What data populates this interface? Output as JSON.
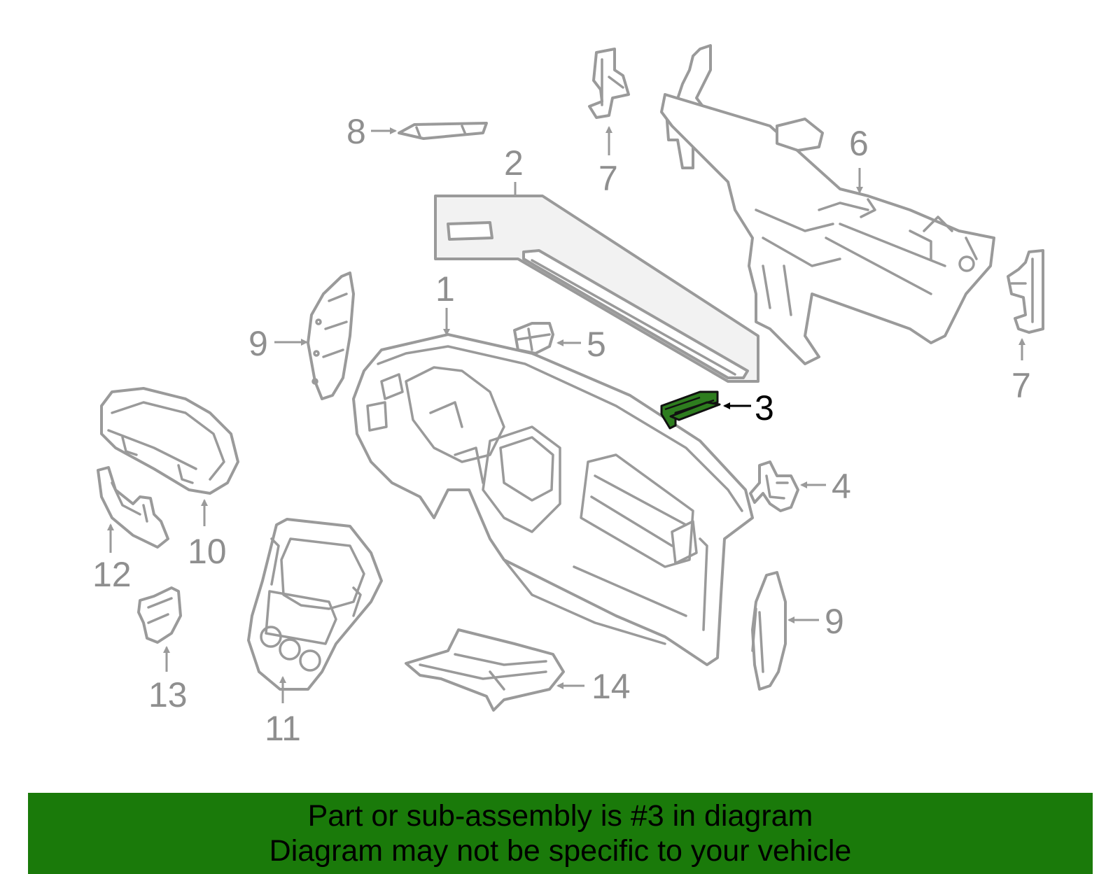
{
  "diagram": {
    "callouts": {
      "c1": "1",
      "c2": "2",
      "c3": "3",
      "c4": "4",
      "c5": "5",
      "c6": "6",
      "c7a": "7",
      "c7b": "7",
      "c8": "8",
      "c9a": "9",
      "c9b": "9",
      "c10": "10",
      "c11": "11",
      "c12": "12",
      "c13": "13",
      "c14": "14"
    },
    "highlight_color": "#2e7d1f"
  },
  "banner": {
    "line1": "Part or sub-assembly is #3 in diagram",
    "line2": "Diagram may not be specific to your vehicle",
    "background": "#1a7a0a"
  }
}
